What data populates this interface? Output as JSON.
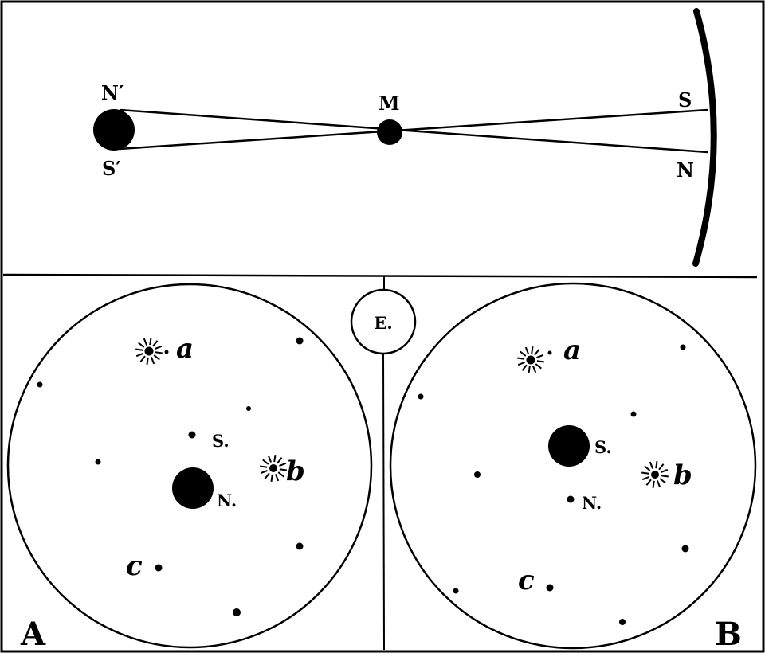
{
  "colors": {
    "ink": "#000000",
    "paper": "#ffffff"
  },
  "top": {
    "labels": {
      "n_prime": "N′",
      "s_prime": "S′",
      "m": "M",
      "s": "S",
      "n": "N"
    }
  },
  "earth": {
    "label": "E."
  },
  "panel_a": {
    "letter": "A",
    "labels": {
      "star_a": "a",
      "star_b": "b",
      "star_c": "c",
      "s": "S.",
      "n": "N."
    }
  },
  "panel_b": {
    "letter": "B",
    "labels": {
      "star_a": "a",
      "star_b": "b",
      "star_c": "c",
      "s": "S.",
      "n": "N."
    }
  }
}
